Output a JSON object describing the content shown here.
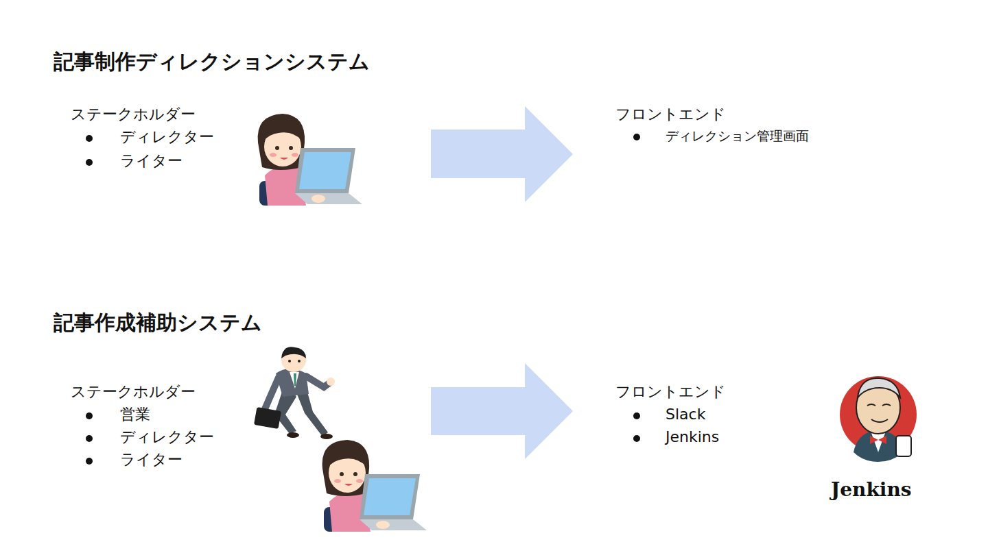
{
  "diagram": {
    "labels": [
      "記事制作ディレクションシステム",
      "ステークホルダー",
      "ディレクター",
      "ライター",
      "フロントエンド",
      "ディレクション管理画面",
      "記事作成補助システム",
      "ステークホルダー",
      "営業",
      "ディレクター",
      "ライター",
      "フロントエンド",
      "Slack",
      "Jenkins",
      "Jenkins"
    ]
  }
}
